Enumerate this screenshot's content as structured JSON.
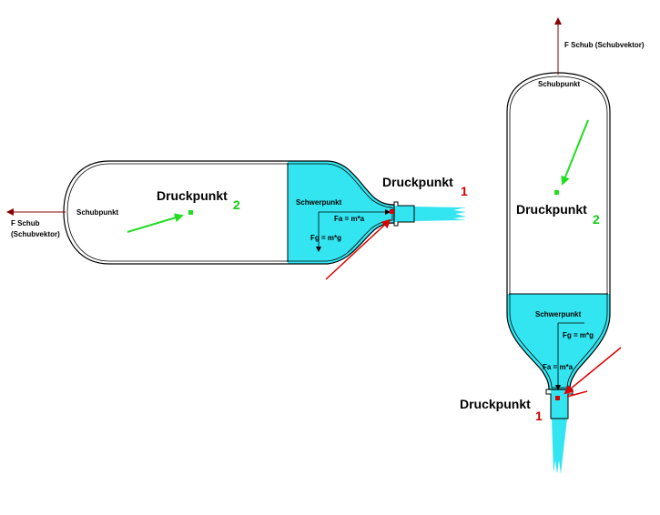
{
  "colors": {
    "water": "#33e5f0",
    "outline": "#000000",
    "thrust_arrow": "#8b0000",
    "pressure_point_1": "#dd0000",
    "pressure_point_2": "#22dd22",
    "label_red": "#cc0000",
    "label_green": "#11cc11"
  },
  "horizontal": {
    "thrust_label_line1": "F Schub",
    "thrust_label_line2": "(Schubvektor)",
    "thrust_point_label": "Schubpunkt",
    "gravity_center_label": "Schwerpunkt",
    "fa_label": "Fa = m*a",
    "fg_label": "Fg = m*g",
    "pressure_point_1_label": "Druckpunkt",
    "pressure_point_1_number": "1",
    "pressure_point_2_label": "Druckpunkt",
    "pressure_point_2_number": "2"
  },
  "vertical": {
    "thrust_label": "F Schub (Schubvektor)",
    "thrust_point_label": "Schubpunkt",
    "gravity_center_label": "Schwerpunkt",
    "fg_label": "Fg = m*g",
    "fa_label": "Fa = m*a",
    "pressure_point_1_label": "Druckpunkt",
    "pressure_point_1_number": "1",
    "pressure_point_2_label": "Druckpunkt",
    "pressure_point_2_number": "2"
  }
}
